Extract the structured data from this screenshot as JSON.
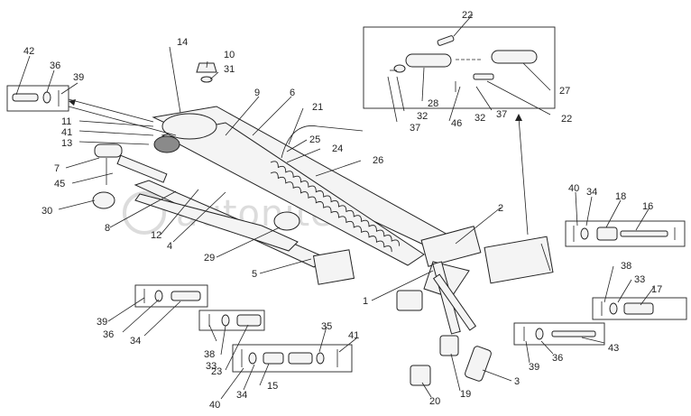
{
  "watermark": "autoniter.ru",
  "callouts": [
    "42",
    "36",
    "39",
    "10",
    "31",
    "14",
    "9",
    "6",
    "21",
    "22",
    "28",
    "27",
    "32",
    "37",
    "46",
    "37",
    "32",
    "22",
    "11",
    "41",
    "13",
    "25",
    "24",
    "26",
    "7",
    "45",
    "30",
    "8",
    "12",
    "4",
    "2",
    "29",
    "5",
    "40",
    "34",
    "18",
    "16",
    "38",
    "33",
    "17",
    "1",
    "39",
    "36",
    "34",
    "38",
    "33",
    "23",
    "35",
    "41",
    "40",
    "34",
    "15",
    "20",
    "19",
    "3",
    "39",
    "36",
    "43"
  ]
}
